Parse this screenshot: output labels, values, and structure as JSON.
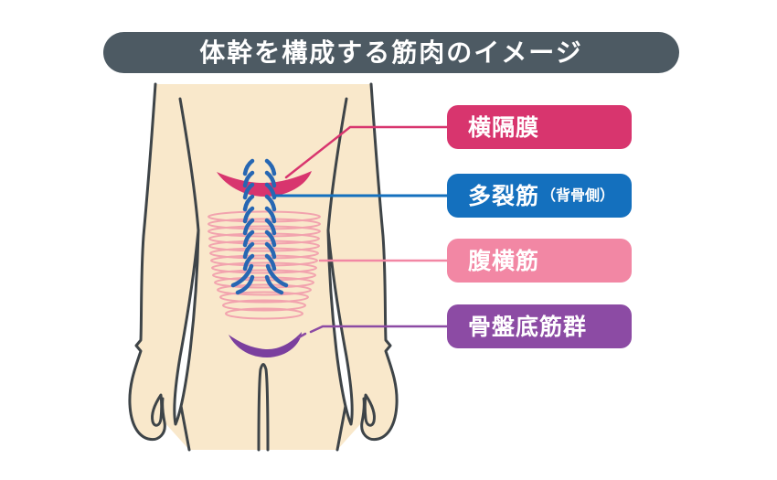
{
  "title": {
    "text": "体幹を構成する筋肉のイメージ"
  },
  "labels": [
    {
      "id": "diaphragm",
      "text": "横隔膜",
      "suffix": "",
      "color": "#D8356E"
    },
    {
      "id": "multifidus",
      "text": "多裂筋",
      "suffix": "（背骨側）",
      "color": "#1470BE"
    },
    {
      "id": "transverse-abdominis",
      "text": "腹横筋",
      "suffix": "",
      "color": "#F287A4"
    },
    {
      "id": "pelvic-floor",
      "text": "骨盤底筋群",
      "suffix": "",
      "color": "#8C4BA4"
    }
  ],
  "colors": {
    "title_bar": "#4D5A63",
    "background": "#FFFFFF",
    "skin": "#F9E8CB",
    "body_outline": "#3E4448",
    "diaphragm_accent": "#D8356E",
    "multifidus_accent": "#1470BE",
    "multifidus_fiber": "#2767B3",
    "transverse_abdominis_accent": "#F287A4",
    "abdominis_coil": "#F2A3AE",
    "pelvic_floor_accent": "#8C4BA4",
    "pelvic_floor_crescent": "#7B3F9E",
    "label_text": "#FFFFFF"
  }
}
